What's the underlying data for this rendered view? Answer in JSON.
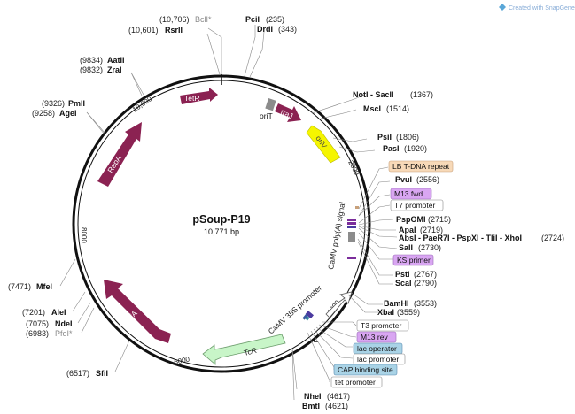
{
  "header": {
    "created_with": "Created with SnapGene®"
  },
  "plasmid": {
    "name": "pSoup-P19",
    "size": "10,771 bp"
  },
  "ticks": [
    "2000",
    "4000",
    "6000",
    "8000",
    "10,000"
  ],
  "features": {
    "tetR": "TetR",
    "traJ": "traJ",
    "oriT": "oriT",
    "oriV": "oriV",
    "repA": "RepA",
    "trfA": "trfA",
    "tcR": "TcR",
    "camv_polyA": "CaMV poly(A) signal",
    "camv_35s": "CaMV 35S promoter"
  },
  "boxed": {
    "lb_tdna": "LB T-DNA repeat",
    "m13_fwd": "M13 fwd",
    "t7_promoter": "T7 promoter",
    "ks_primer": "KS primer",
    "t3_promoter": "T3 promoter",
    "m13_rev": "M13 rev",
    "lac_operator": "lac operator",
    "lac_promoter": "lac promoter",
    "cap_binding": "CAP binding site",
    "tet_promoter": "tet promoter"
  },
  "sites": {
    "bclI": {
      "name": "BclI*",
      "pos": "(10,706)"
    },
    "rsrII": {
      "name": "RsrII",
      "pos": "(10,601)"
    },
    "pciI": {
      "name": "PciI",
      "pos": "(235)"
    },
    "drdI": {
      "name": "DrdI",
      "pos": "(343)"
    },
    "aatII": {
      "name": "AatII",
      "pos": "(9834)"
    },
    "zraI": {
      "name": "ZraI",
      "pos": "(9832)"
    },
    "pmlI": {
      "name": "PmlI",
      "pos": "(9326)"
    },
    "ageI": {
      "name": "AgeI",
      "pos": "(9258)"
    },
    "notI": {
      "name": "NotI - SacII",
      "pos": "(1367)"
    },
    "mscI": {
      "name": "MscI",
      "pos": "(1514)"
    },
    "psiI": {
      "name": "PsiI",
      "pos": "(1806)"
    },
    "pasI": {
      "name": "PasI",
      "pos": "(1920)"
    },
    "pvuI": {
      "name": "PvuI",
      "pos": "(2556)"
    },
    "pspOMI": {
      "name": "PspOMI",
      "pos": "(2715)"
    },
    "apaI": {
      "name": "ApaI",
      "pos": "(2719)"
    },
    "absI": {
      "name": "AbsI - PaeR7I - PspXI - TliI - XhoI",
      "pos": "(2724)"
    },
    "salI": {
      "name": "SalI",
      "pos": "(2730)"
    },
    "pstI": {
      "name": "PstI",
      "pos": "(2767)"
    },
    "scaI": {
      "name": "ScaI",
      "pos": "(2790)"
    },
    "bamHI": {
      "name": "BamHI",
      "pos": "(3553)"
    },
    "xbaI": {
      "name": "XbaI",
      "pos": "(3559)"
    },
    "mfeI": {
      "name": "MfeI",
      "pos": "(7471)"
    },
    "aleI": {
      "name": "AleI",
      "pos": "(7201)"
    },
    "ndeI": {
      "name": "NdeI",
      "pos": "(7075)"
    },
    "pfoI": {
      "name": "PfoI*",
      "pos": "(6983)"
    },
    "sfiI": {
      "name": "SfiI",
      "pos": "(6517)"
    },
    "nheI": {
      "name": "NheI",
      "pos": "(4617)"
    },
    "bmtI": {
      "name": "BmtI",
      "pos": "(4621)"
    }
  },
  "colors": {
    "backbone": "#111111",
    "maroon": "#8b2252",
    "yellow": "#f5f500",
    "green": "#c8f5c8",
    "purple_box": "#d9a6f2",
    "blue_box": "#a9d3e6",
    "orange_box": "#f7d9b8",
    "gray_part": "#8c8c8c"
  }
}
